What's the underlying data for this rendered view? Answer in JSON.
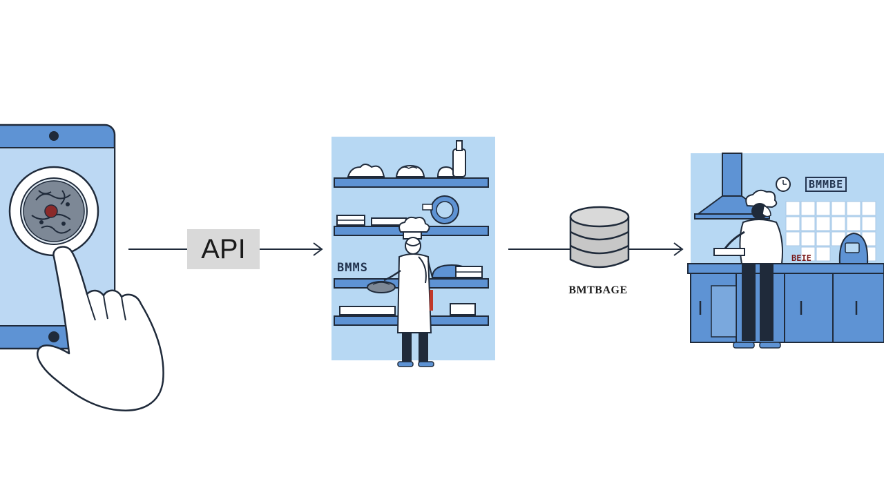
{
  "diagram": {
    "api_label": "API",
    "database_label": "BMTBAGE",
    "shelf_sign": "BMMS",
    "kitchen_sign": "BMMBE",
    "counter_sign": "BEIE"
  },
  "colors": {
    "panel_blue": "#b7d8f3",
    "frame_blue": "#5e93d4",
    "outline": "#1f2a3a",
    "light_blue": "#cfe3f7",
    "white": "#ffffff",
    "gray": "#d9d9d9"
  },
  "icons": {
    "phone": "smartphone-icon",
    "hand": "tapping-hand-icon",
    "pizza": "pizza-icon",
    "database": "database-cylinder-icon",
    "chef": "chef-icon",
    "kitchen": "kitchen-counter-icon"
  }
}
